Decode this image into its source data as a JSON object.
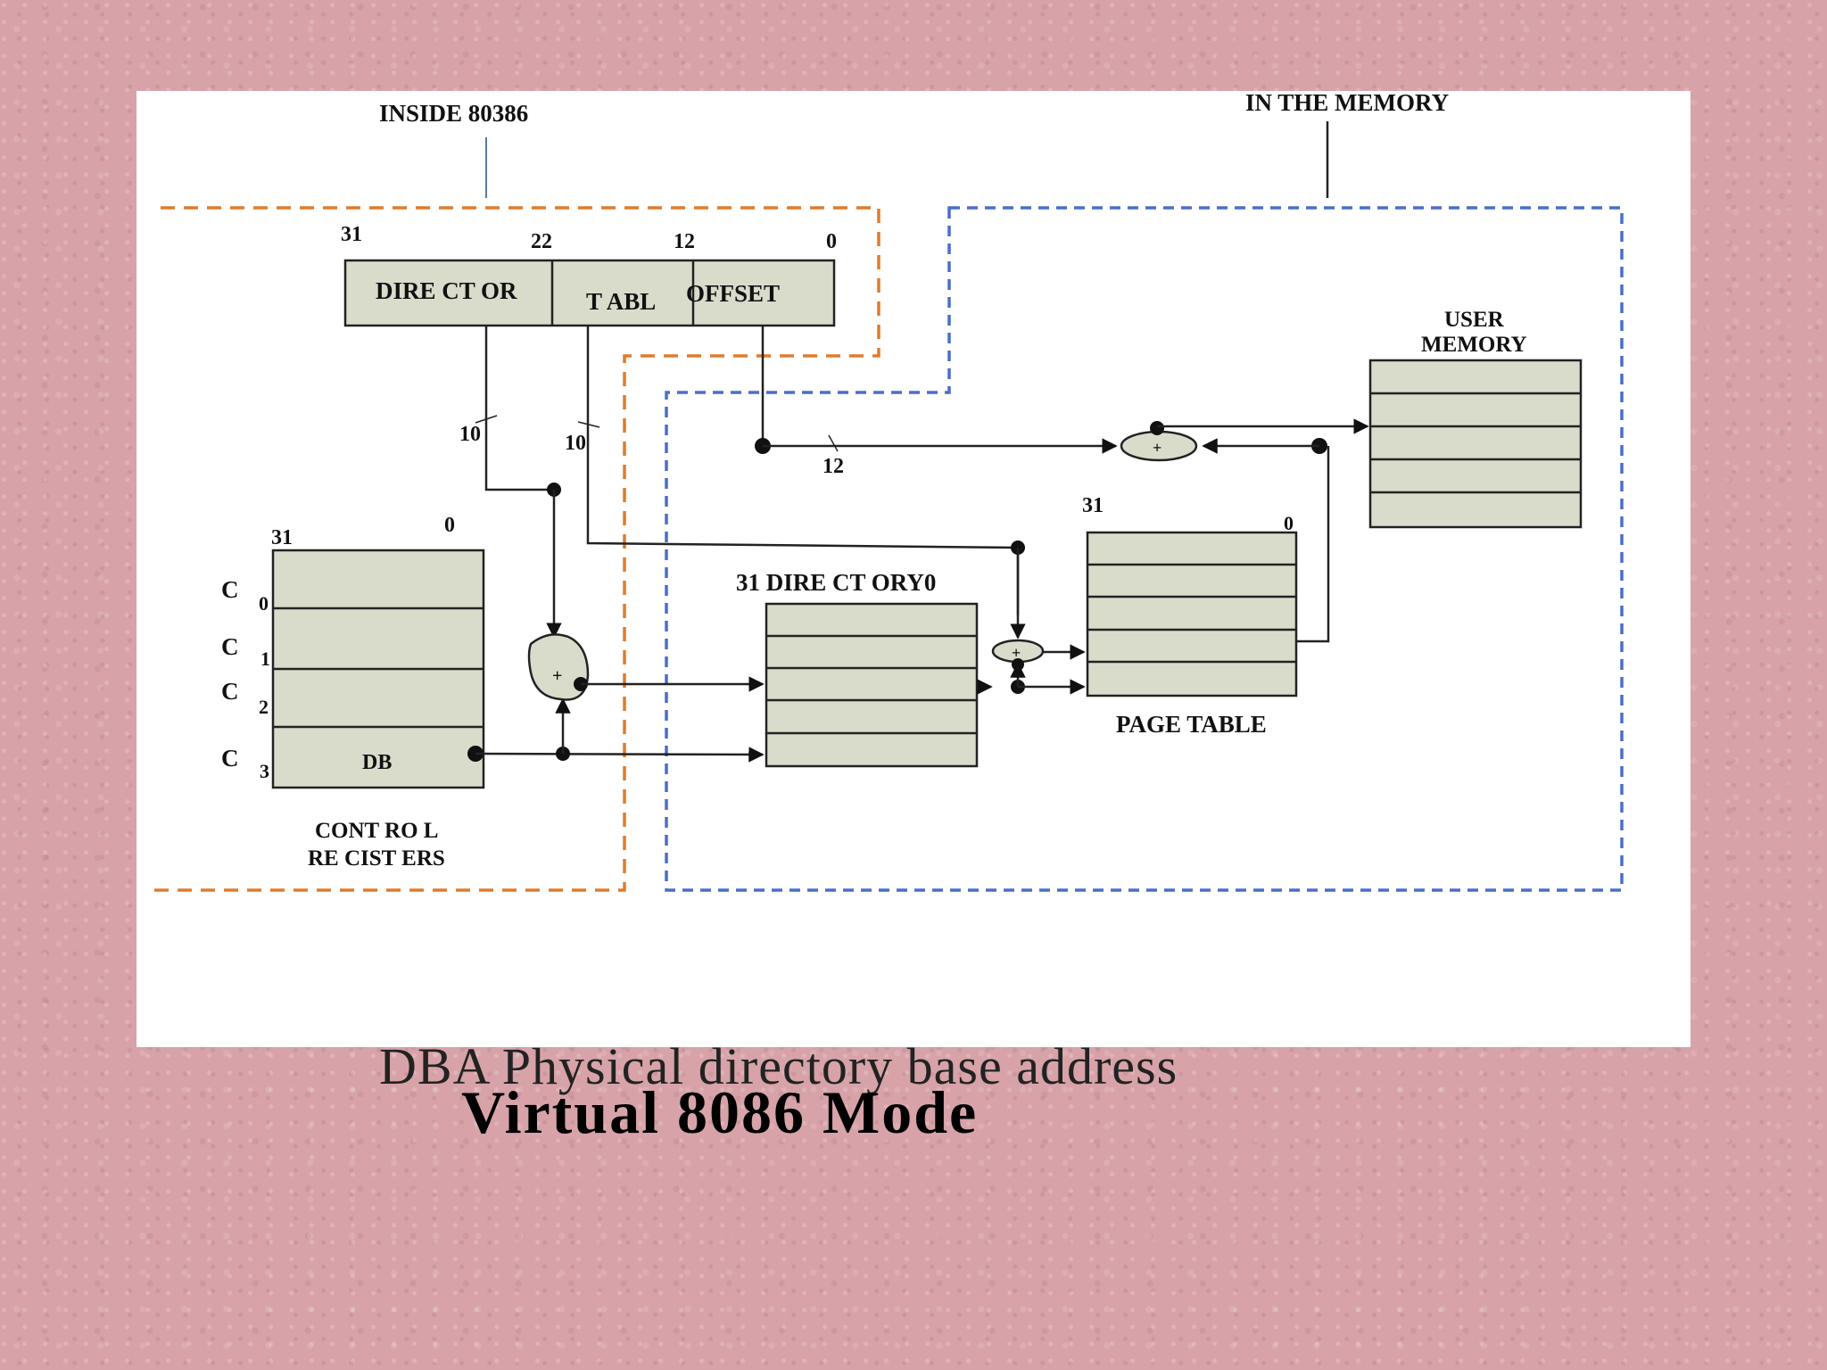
{
  "slide_title": "Virtual 8086 Mode",
  "figure": {
    "caption": "DBA Physical directory base address",
    "region_inside": "INSIDE   80386",
    "region_memory": "IN THE MEMORY",
    "linear_address": {
      "bit_31": "31",
      "bit_22": "22",
      "bit_12": "12",
      "bit_0": "0",
      "directory_field": "DIRE CT OR",
      "table_field": "T ABL",
      "offset_field": "OFFSET"
    },
    "wire_widths": {
      "directory_bits": "10",
      "table_bits": "10",
      "offset_bits": "12"
    },
    "control_registers": {
      "bit_31": "31",
      "bit_0": "0",
      "row_labels": [
        "C",
        "C",
        "C",
        "C"
      ],
      "row_indices": [
        "0",
        "1",
        "2",
        "3"
      ],
      "db_label": "DB",
      "title_line1": "CONT RO L",
      "title_line2": "RE CIST ERS"
    },
    "adder_symbol": "+",
    "directory_table": {
      "header": "31  DIRE CT ORY0"
    },
    "page_table": {
      "bit_31": "31",
      "bit_0": "0",
      "title": "PAGE TABLE"
    },
    "user_memory": {
      "title_line1": "USER",
      "title_line2": "MEMORY"
    }
  }
}
